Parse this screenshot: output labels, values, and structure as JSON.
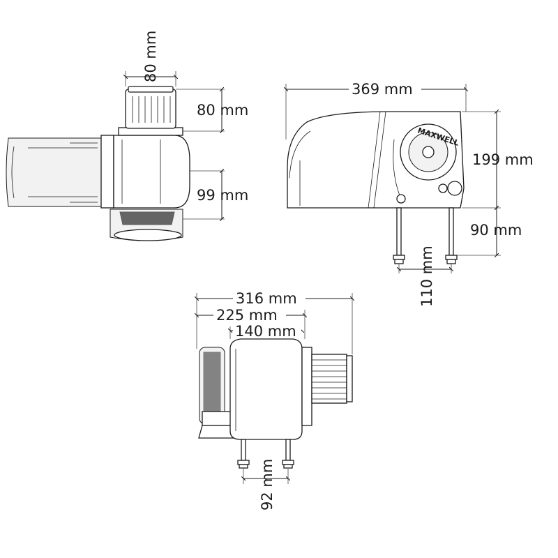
{
  "brand": "MAXWELL",
  "views": {
    "top": {
      "gypsy_diameter": "80 mm",
      "drum_height": "80 mm",
      "below_deck_offset": "99 mm"
    },
    "side": {
      "overall_length": "369 mm",
      "height": "199 mm",
      "stud_length": "90 mm",
      "stud_spacing": "110 mm"
    },
    "front": {
      "overall_width": "316 mm",
      "width_mid": "225 mm",
      "body_width": "140 mm",
      "stud_spacing": "92 mm"
    }
  }
}
